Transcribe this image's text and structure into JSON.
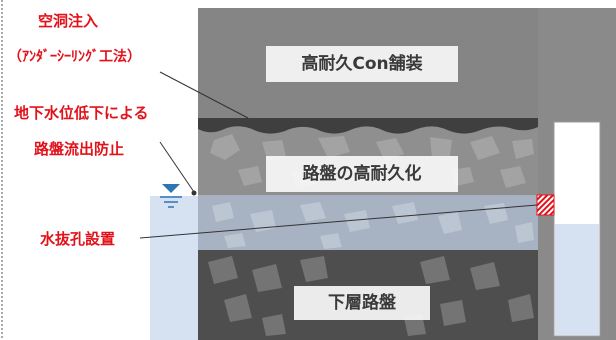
{
  "annotations": {
    "void_injection_title": "空洞注入",
    "void_injection_method": "（ｱﾝﾀﾞｰｼｰﾘﾝｸﾞ工法）",
    "water_table_line1": "地下水位低下による",
    "water_table_line2": "路盤流出防止",
    "drain_hole": "水抜孔設置"
  },
  "layers": {
    "pavement": "高耐久Con舗装",
    "base_course": "路盤の高耐久化",
    "subbase": "下層路盤"
  },
  "colors": {
    "annotation_text": "#e3121a",
    "pavement": "#858585",
    "sealing_layer": "#3f3f3f",
    "base_course": "#8f8f8f",
    "subbase": "#4e4e4e",
    "water": "#d6e2f2",
    "wall": "#8a8a8a",
    "water_symbol": "#2e75b6"
  },
  "icons": [
    "water-level-icon",
    "drain-hole-hatch-icon",
    "frame-border-dashed"
  ]
}
